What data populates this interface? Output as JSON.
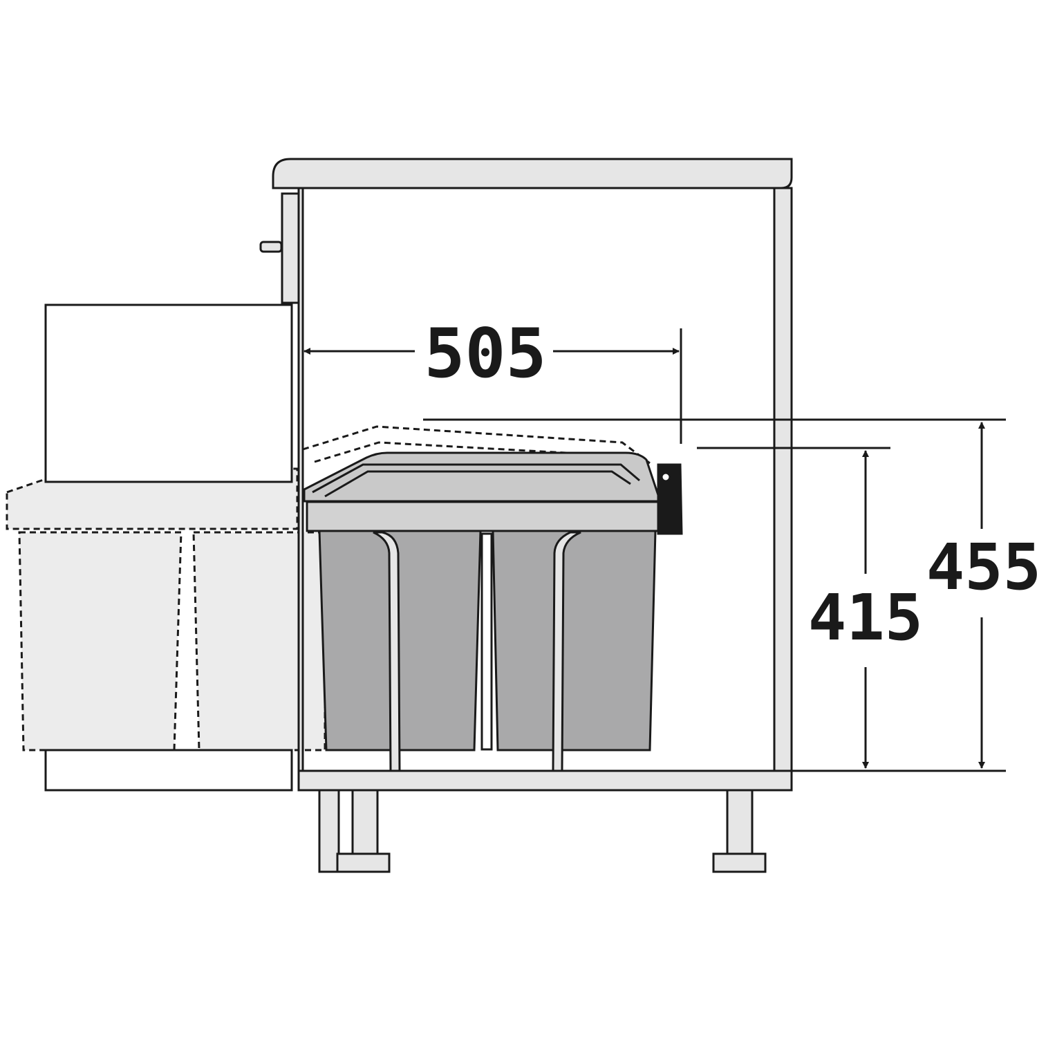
{
  "colors": {
    "outline": "#1a1a1a",
    "cabinet_fill": "#e6e6e6",
    "bin_fill": "#a9a9aa",
    "lid_fill": "#c9c9c9",
    "ghost_fill": "#ececec",
    "background": "#ffffff"
  },
  "dimensions": {
    "width": "505",
    "height_inner": "415",
    "height_outer": "455"
  }
}
